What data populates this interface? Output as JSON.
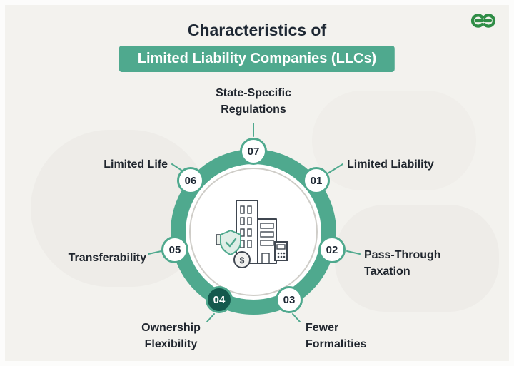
{
  "header": {
    "title": "Characteristics of",
    "banner": "Limited Liability Companies (LLCs)",
    "logo": "geeksforgeeks-logo"
  },
  "colors": {
    "teal": "#4FA98E",
    "teal_dark": "#14594D",
    "text_dark": "#1D2733",
    "background": "#F3F2EE",
    "logo_green": "#2F8D46"
  },
  "diagram": {
    "center_icon": "llc-building-illustration",
    "items": [
      {
        "num": "01",
        "label": "Limited Liability"
      },
      {
        "num": "02",
        "label": "Pass-Through\nTaxation"
      },
      {
        "num": "03",
        "label": "Fewer\nFormalities"
      },
      {
        "num": "04",
        "label": "Ownership\nFlexibility"
      },
      {
        "num": "05",
        "label": "Transferability"
      },
      {
        "num": "06",
        "label": "Limited Life"
      },
      {
        "num": "07",
        "label": "State-Specific\nRegulations"
      }
    ]
  }
}
